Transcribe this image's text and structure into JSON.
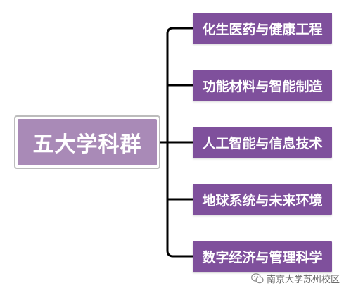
{
  "diagram": {
    "root": {
      "label": "五大学科群"
    },
    "branches": [
      {
        "label": "化生医药与健康工程"
      },
      {
        "label": "功能材料与智能制造"
      },
      {
        "label": "人工智能与信息技术"
      },
      {
        "label": "地球系统与未来环境"
      },
      {
        "label": "数字经济与管理科学"
      }
    ]
  },
  "watermark": {
    "icon": "wechat-icon",
    "text": "南京大学苏州校区"
  },
  "colors": {
    "root_fill": "#a98ab7",
    "branch_fill": "#7f509c",
    "connector": "#000000"
  }
}
